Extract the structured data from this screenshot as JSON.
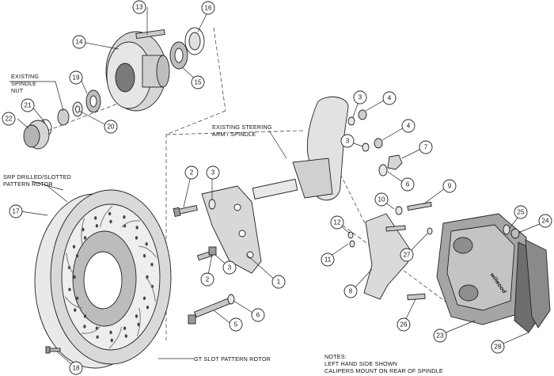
{
  "callouts": [
    "1",
    "2",
    "3",
    "4",
    "5",
    "6",
    "7",
    "8",
    "9",
    "10",
    "11",
    "12",
    "13",
    "14",
    "15",
    "16",
    "17",
    "18",
    "19",
    "20",
    "21",
    "22",
    "23",
    "24",
    "25",
    "26",
    "27",
    "28"
  ],
  "labels": {
    "spindle_nut": [
      "EXISTING",
      "SPINDLE",
      "NUT"
    ],
    "steering_arm": [
      "EXISTING STEERING",
      "ARM / SPINDLE"
    ],
    "srp_rotor": [
      "SRP DRILLED/SLOTTED",
      "PATTERN ROTOR"
    ],
    "gt_rotor": "GT SLOT PATTERN ROTOR",
    "notes": [
      "NOTES:",
      "LEFT HAND SIDE SHOWN",
      "CALIPERS MOUNT ON REAR OF SPINDLE"
    ]
  },
  "brand": "wilwood",
  "colors": {
    "line": "#222222",
    "fill_light": "#eeeeee",
    "fill_mid": "#cfcfcf",
    "fill_dark": "#8a8a8a",
    "caliper": "#9a9a9a",
    "bubble": "#ffffff"
  }
}
